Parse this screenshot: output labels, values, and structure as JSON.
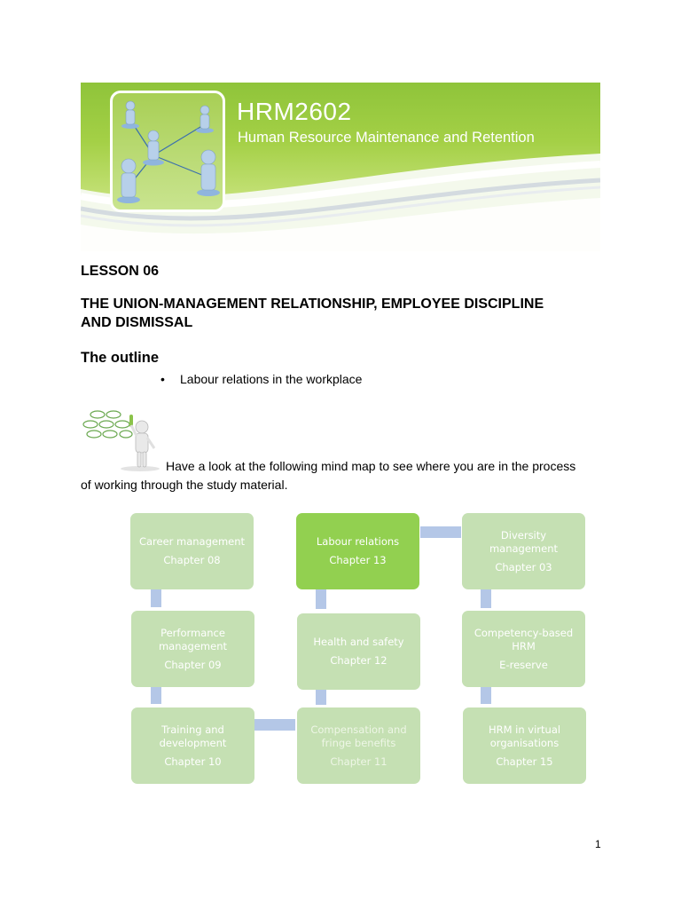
{
  "banner": {
    "course_code": "HRM2602",
    "course_title": "Human Resource Maintenance and Retention"
  },
  "lesson": "LESSON 06",
  "heading_lines": [
    "THE UNION-MANAGEMENT RELATIONSHIP, EMPLOYEE DISCIPLINE",
    "AND DISMISSAL"
  ],
  "outline": {
    "title": "The outline",
    "items": [
      "Labour relations in the workplace"
    ]
  },
  "intro_lines": [
    "Have a look at the following mind map to see where you are in the process",
    "of working through the study material."
  ],
  "mind_map": {
    "nodes": [
      {
        "title": "Career management",
        "chapter": "Chapter 08"
      },
      {
        "title": "Labour relations",
        "chapter": "Chapter 13"
      },
      {
        "title": "Diversity management",
        "chapter": "Chapter 03"
      },
      {
        "title": "Performance management",
        "chapter": "Chapter 09"
      },
      {
        "title": "Health and safety",
        "chapter": "Chapter 12"
      },
      {
        "title": "Competency-based HRM",
        "chapter": "E-reserve"
      },
      {
        "title": "Training and development",
        "chapter": "Chapter 10"
      },
      {
        "title": "Compensation and fringe benefits",
        "chapter": "Chapter 11"
      },
      {
        "title": "HRM in virtual organisations",
        "chapter": "Chapter 15"
      }
    ],
    "colors": {
      "node": "#c5e0b3",
      "active": "#92d050",
      "connector": "#b4c7e7"
    }
  },
  "page_number": "1"
}
